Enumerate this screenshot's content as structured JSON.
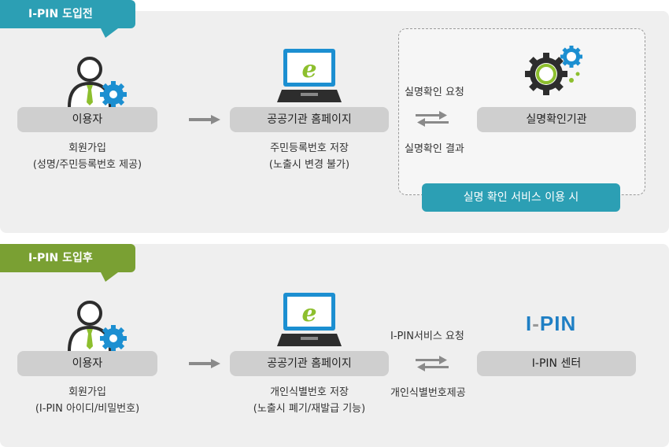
{
  "before": {
    "tag": "I-PIN 도입전",
    "user_label": "이용자",
    "user_caption_line1": "회원가입",
    "user_caption_line2": "(성명/주민등록번호 제공)",
    "site_label": "공공기관 홈페이지",
    "site_caption_line1": "주민등록번호 저장",
    "site_caption_line2": "(노출시 변경 불가)",
    "request_label": "실명확인 요청",
    "result_label": "실명확인 결과",
    "agency_label": "실명확인기관",
    "service_badge": "실명 확인 서비스 이용 시"
  },
  "after": {
    "tag": "I-PIN 도입후",
    "user_label": "이용자",
    "user_caption_line1": "회원가입",
    "user_caption_line2": "(I-PIN 아이디/비밀번호)",
    "site_label": "공공기관 홈페이지",
    "site_caption_line1": "개인식별번호 저장",
    "site_caption_line2": "(노출시 폐기/재발급 기능)",
    "request_label": "I-PIN서비스 요청",
    "result_label": "개인식별번호제공",
    "logo_prefix": "I",
    "logo_dash": "-",
    "logo_suffix": "PIN",
    "center_label": "I-PIN 센터"
  },
  "colors": {
    "teal": "#2c9fb4",
    "green": "#7aa033",
    "pill": "#cfcfcf",
    "panel": "#efefef",
    "ipin_blue": "#1f7fc4"
  }
}
